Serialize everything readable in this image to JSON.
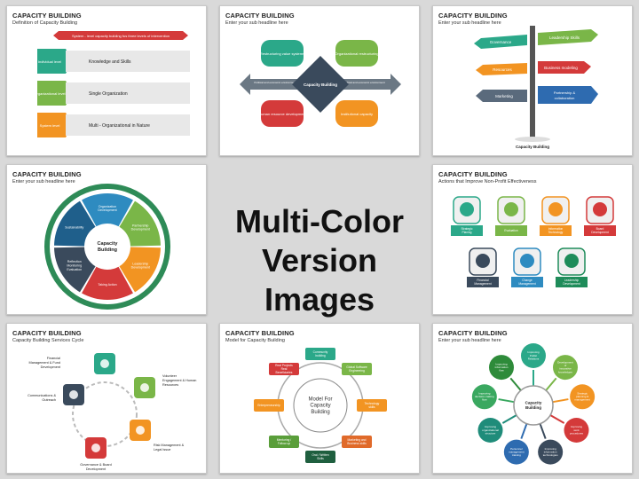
{
  "center": {
    "line1": "Multi-Color",
    "line2": "Version Images"
  },
  "slides": {
    "s1": {
      "title": "CAPACITY BUILDING",
      "subtitle": "Definition of Capacity Building",
      "banner": "System - level capacity building fus three levels of intervention",
      "levels": [
        {
          "label": "Individual level",
          "text": "Knowledge and Skills",
          "color": "#2ba889"
        },
        {
          "label": "Organizational level",
          "text": "Single Organization",
          "color": "#7ab648"
        },
        {
          "label": "System level",
          "text": "Multi - Organizational in Nature",
          "color": "#f29422"
        }
      ],
      "banner_color": "#d43a3a"
    },
    "s2": {
      "title": "CAPACITY BUILDING",
      "subtitle": "Enter your sub headline here",
      "center": "Capacity Building",
      "tl": "Restructuring value systems",
      "tr": "Organizational restructuring",
      "bl": "Human resource development",
      "br": "Institutional capacity",
      "left_arrow": "Political and economic environment",
      "right_arrow": "Political and economic environment"
    },
    "s3": {
      "title": "CAPACITY BUILDING",
      "subtitle": "Enter your sub headline here",
      "signs": [
        "Governance",
        "Leadership Skills",
        "Resources",
        "Business modeling",
        "Marketing",
        "Partnership & collaboration"
      ],
      "caption": "Capacity Building"
    },
    "s4": {
      "title": "CAPACITY BUILDING",
      "subtitle": "Enter your sub headline here",
      "center": "Capacity Building",
      "segments": [
        "Organization Development",
        "Partnership Development",
        "Leadership Development",
        "Taking Action",
        "Reflection Monitoring Evaluation",
        "Sustainability"
      ],
      "colors": [
        "#2e8bc0",
        "#7ab648",
        "#f29422",
        "#d43a3a",
        "#3a4a5c",
        "#1f5f8b"
      ]
    },
    "s5": {
      "title": "CAPACITY BUILDING",
      "subtitle": "Actions that Improve Non-Profit Effectiveness",
      "items": [
        {
          "label": "Strategic Planing",
          "color": "#2ba889"
        },
        {
          "label": "Evaluation",
          "color": "#7ab648"
        },
        {
          "label": "Information Technology",
          "color": "#f29422"
        },
        {
          "label": "Board Development",
          "color": "#d43a3a"
        },
        {
          "label": "Financial Management",
          "color": "#3a4a5c"
        },
        {
          "label": "Change Management",
          "color": "#2e8bc0"
        },
        {
          "label": "Leadership Development",
          "color": "#1f8c5a"
        }
      ]
    },
    "s6": {
      "title": "CAPACITY BUILDING",
      "subtitle": "Capacity Building Services Cycle",
      "items": [
        {
          "label": "Financial Management & Fund Development",
          "color": "#2ba889"
        },
        {
          "label": "Volunteer Engagement & Human Resources",
          "color": "#7ab648"
        },
        {
          "label": "Risk Management & Legal Issue",
          "color": "#f29422"
        },
        {
          "label": "Governance & Board Development",
          "color": "#d43a3a"
        },
        {
          "label": "Communications & Outreach",
          "color": "#3a4a5c"
        }
      ]
    },
    "s7": {
      "title": "CAPACITY BUILDING",
      "subtitle": "Model for Capacity Building",
      "center": "Model For Capacity Building",
      "nodes": [
        {
          "label": "Community building",
          "color": "#2ba889"
        },
        {
          "label": "Global Software Engineering",
          "color": "#7ab648"
        },
        {
          "label": "Technology skills",
          "color": "#f29422"
        },
        {
          "label": "Marketing and Business skills",
          "color": "#e06a2a"
        },
        {
          "label": "Oral / Written Skills",
          "color": "#1f5f3f"
        },
        {
          "label": "Mentoring / Follow-up",
          "color": "#5a9e3a"
        },
        {
          "label": "Entrepreneurship",
          "color": "#f29422"
        },
        {
          "label": "Real Projects Real Beneficiaries",
          "color": "#d43a3a"
        }
      ]
    },
    "s8": {
      "title": "CAPACITY BUILDING",
      "subtitle": "Enter your sub headline here",
      "center": "Capacity Building",
      "nodes": [
        {
          "label": "Improving Public Relations",
          "color": "#2ba889"
        },
        {
          "label": "Development of innovative knowledges",
          "color": "#7ab648"
        },
        {
          "label": "Strategic planning & management",
          "color": "#f29422"
        },
        {
          "label": "Improving work procedures",
          "color": "#d43a3a"
        },
        {
          "label": "Improving information technologies",
          "color": "#3a4a5c"
        },
        {
          "label": "Personnel management training",
          "color": "#2e6bb0"
        },
        {
          "label": "Improving organizational structure",
          "color": "#1f8c7a"
        },
        {
          "label": "Improving decision-making flow",
          "color": "#3aa860"
        },
        {
          "label": "Improving information flow",
          "color": "#2e8b3a"
        }
      ]
    }
  }
}
